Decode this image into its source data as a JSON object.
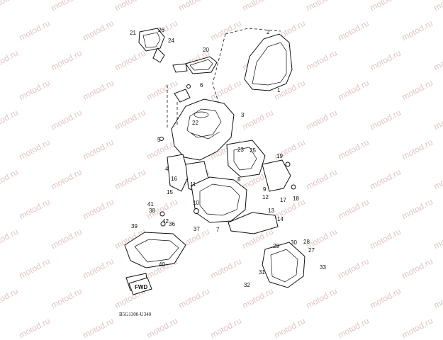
{
  "watermark": "motod.ru",
  "diagram_code": "B5G1300-U340",
  "fwd_label": "FWD",
  "callouts": [
    "1",
    "2",
    "3",
    "4",
    "5",
    "6",
    "7",
    "8",
    "9",
    "10",
    "11",
    "12",
    "13",
    "14",
    "15",
    "16",
    "17",
    "18",
    "19",
    "20",
    "21",
    "22",
    "23",
    "24",
    "25",
    "26",
    "27",
    "28",
    "29",
    "30",
    "31",
    "32",
    "33",
    "36",
    "37",
    "38",
    "39",
    "40",
    "41",
    "42"
  ]
}
